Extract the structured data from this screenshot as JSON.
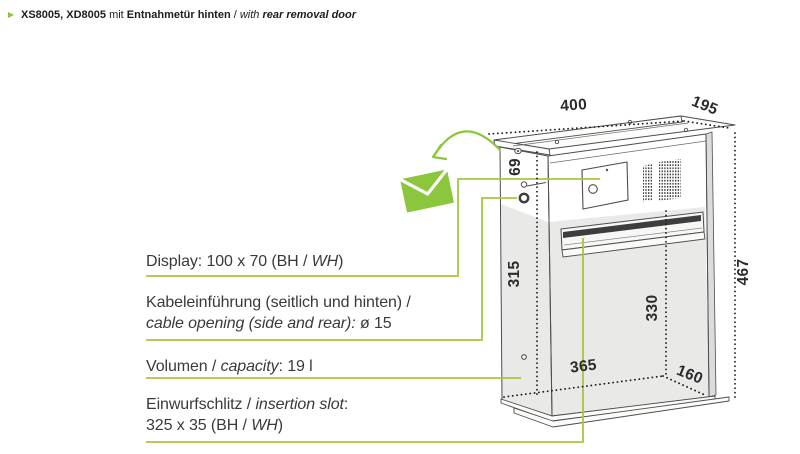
{
  "header": {
    "models": "XS8005, XD8005",
    "mit": " mit ",
    "feature_de": "Entnahmetür hinten",
    "separator": " / ",
    "with_word": "with ",
    "feature_en": "rear removal door"
  },
  "labels": {
    "display": {
      "text": "Display: 100 x 70 (BH / ",
      "italic": "WH",
      "suffix": ")"
    },
    "cable": {
      "line1": "Kabeleinführung (seitlich und hinten) /",
      "line2_italic": "cable opening (side and rear):",
      "line2_value": " ø 15"
    },
    "volume": {
      "text": "Volumen / ",
      "italic": "capacity",
      "suffix": ": 19 l"
    },
    "slot": {
      "line1_text": "Einwurfschlitz / ",
      "line1_italic": "insertion slot",
      "line1_suffix": ":",
      "line2_text": "325 x 35 (BH / ",
      "line2_italic": "WH",
      "line2_suffix": ")"
    }
  },
  "dimensions": {
    "top_width": "400",
    "top_depth": "195",
    "head_height": "69",
    "side_height": "315",
    "slot_height": "330",
    "total_height": "467",
    "bottom_width": "365",
    "bottom_depth": "160"
  },
  "icons": {
    "bullet": "triangle-right-icon",
    "envelope": "envelope-icon",
    "curved_arrow": "curved-arrow-icon"
  },
  "colors": {
    "accent_green": "#8cc63c",
    "leader_green": "#a6c83e",
    "body_gray": "#e9e9e8",
    "outline": "#4d4d4d",
    "text": "#3a3a3a"
  }
}
